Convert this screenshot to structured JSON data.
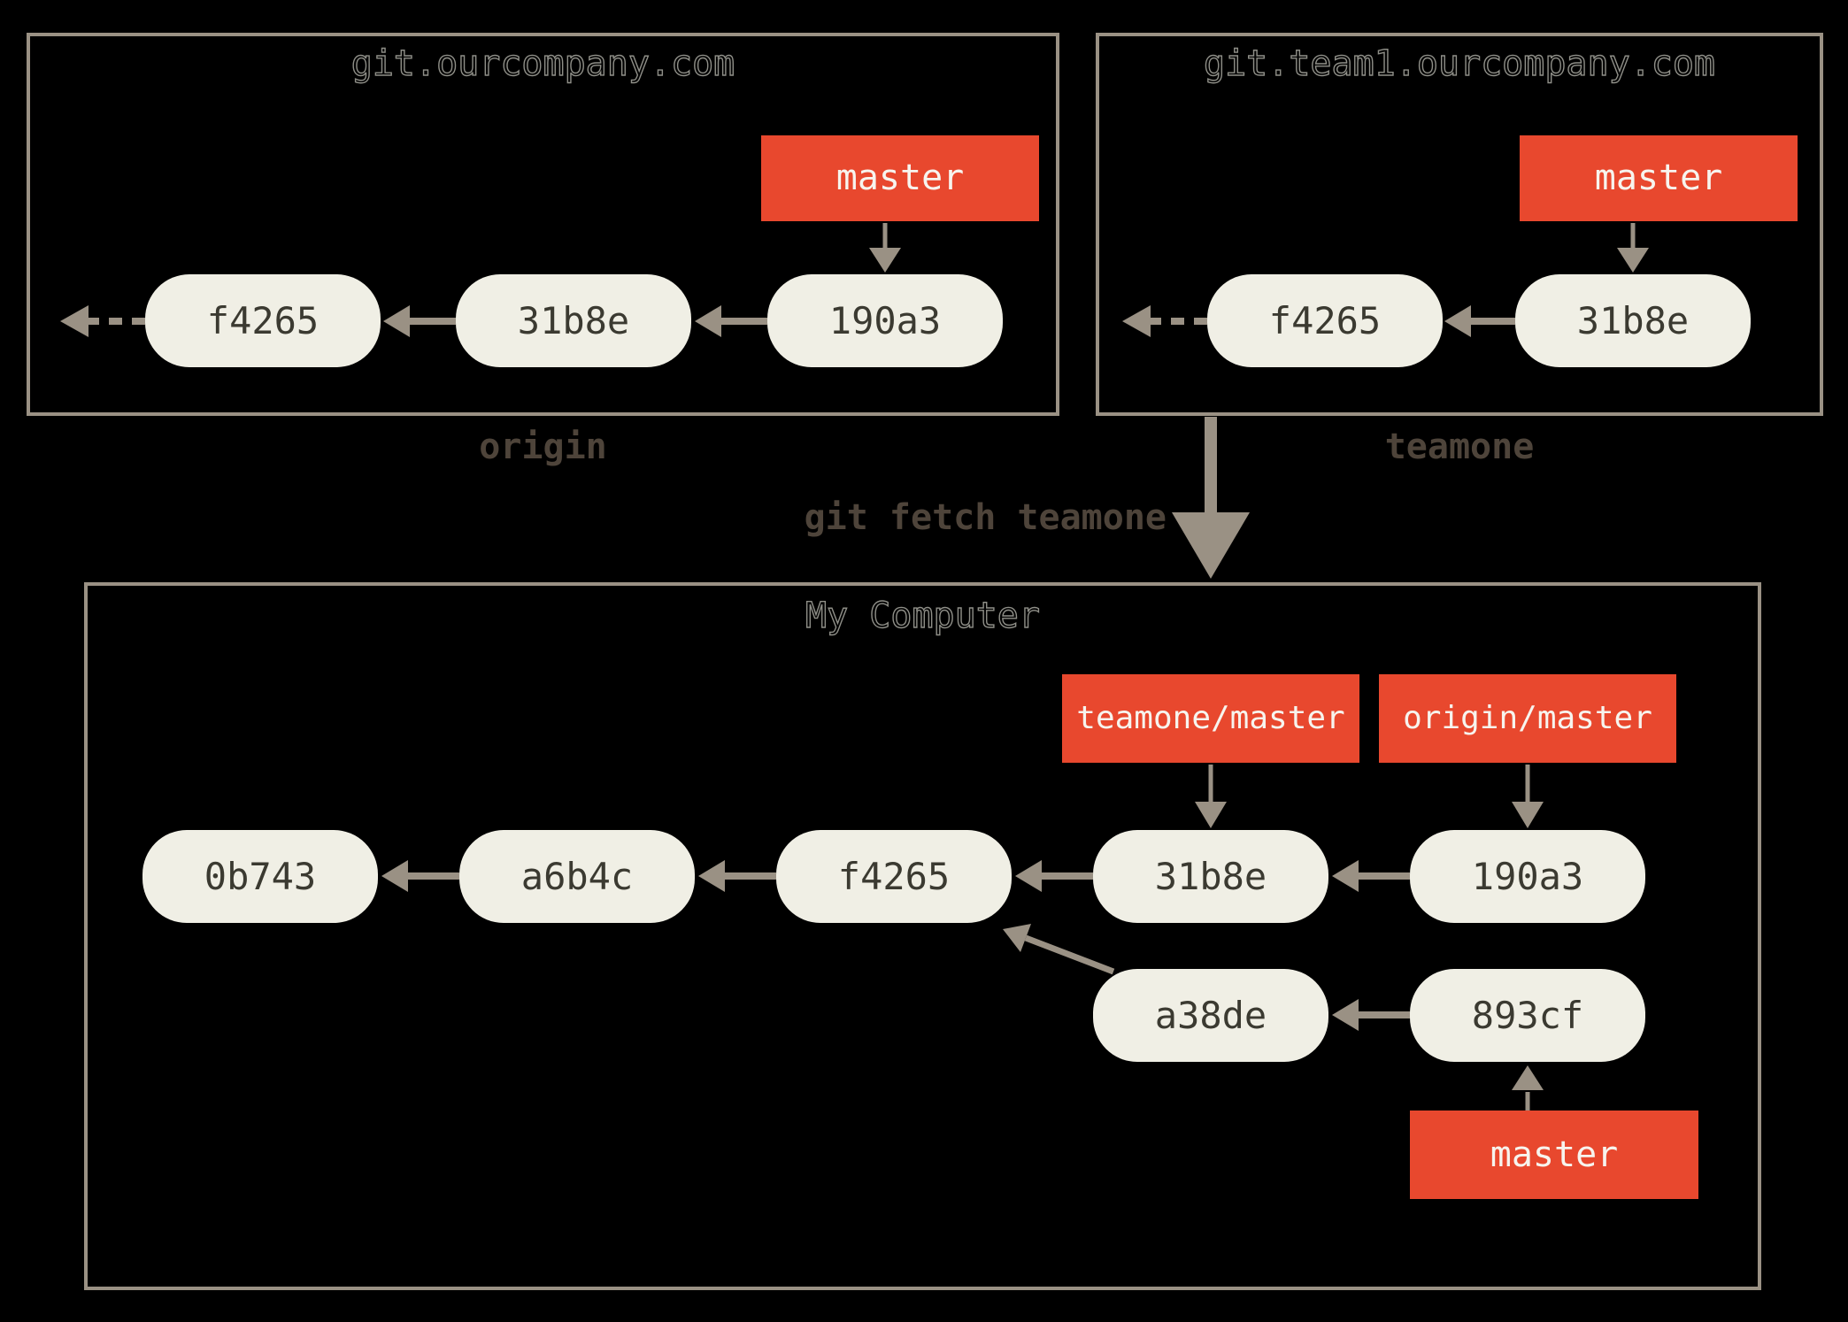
{
  "origin_repo": {
    "title": "git.ourcompany.com",
    "label": "origin",
    "branch_label": "master",
    "commits": [
      "f4265",
      "31b8e",
      "190a3"
    ]
  },
  "teamone_repo": {
    "title": "git.team1.ourcompany.com",
    "label": "teamone",
    "branch_label": "master",
    "commits": [
      "f4265",
      "31b8e"
    ]
  },
  "fetch_command": "git fetch teamone",
  "local_repo": {
    "title": "My Computer",
    "remote_branch_labels": [
      "teamone/master",
      "origin/master"
    ],
    "branch_label": "master",
    "main_commits": [
      "0b743",
      "a6b4c",
      "f4265",
      "31b8e",
      "190a3"
    ],
    "topic_commits": [
      "a38de",
      "893cf"
    ]
  },
  "colors": {
    "branch_box_red": "#e8482e",
    "commit_pill_fill": "#f0efe5",
    "line_gray": "#9a9184",
    "dark_label_text": "#4e443a",
    "background": "#000000"
  }
}
